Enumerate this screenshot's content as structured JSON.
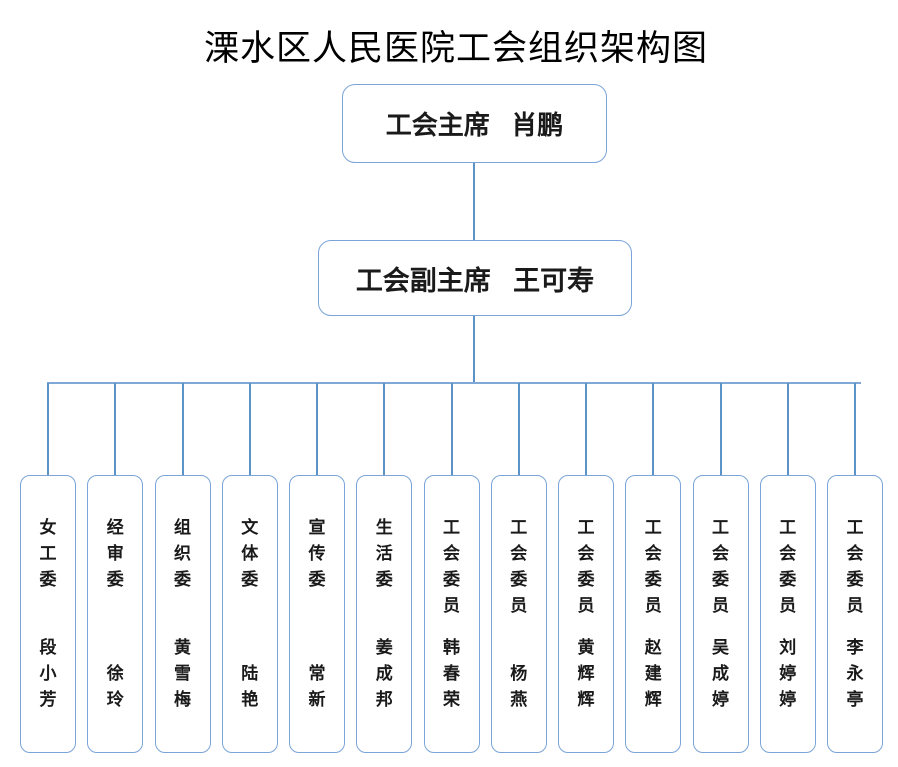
{
  "title": "溧水区人民医院工会组织架构图",
  "chairman": {
    "label": "工会主席 肖鹏"
  },
  "vice_chairman": {
    "label": "工会副主席 王可寿"
  },
  "committees": [
    {
      "role": "女工委",
      "name": "段小芳"
    },
    {
      "role": "经审委",
      "name": "徐玲"
    },
    {
      "role": "组织委",
      "name": "黄雪梅"
    },
    {
      "role": "文体委",
      "name": "陆艳"
    },
    {
      "role": "宣传委",
      "name": "常新"
    },
    {
      "role": "生活委",
      "name": "姜成邦"
    },
    {
      "role": "工会委员",
      "name": "韩春荣"
    },
    {
      "role": "工会委员",
      "name": "杨燕"
    },
    {
      "role": "工会委员",
      "name": "黄辉辉"
    },
    {
      "role": "工会委员",
      "name": "赵建辉"
    },
    {
      "role": "工会委员",
      "name": "吴成婷"
    },
    {
      "role": "工会委员",
      "name": "刘婷婷"
    },
    {
      "role": "工会委员",
      "name": "李永亭"
    }
  ],
  "colors": {
    "box_border": "#7aa4d8",
    "connector": "#5b93c8",
    "text": "#1a1a1a"
  }
}
